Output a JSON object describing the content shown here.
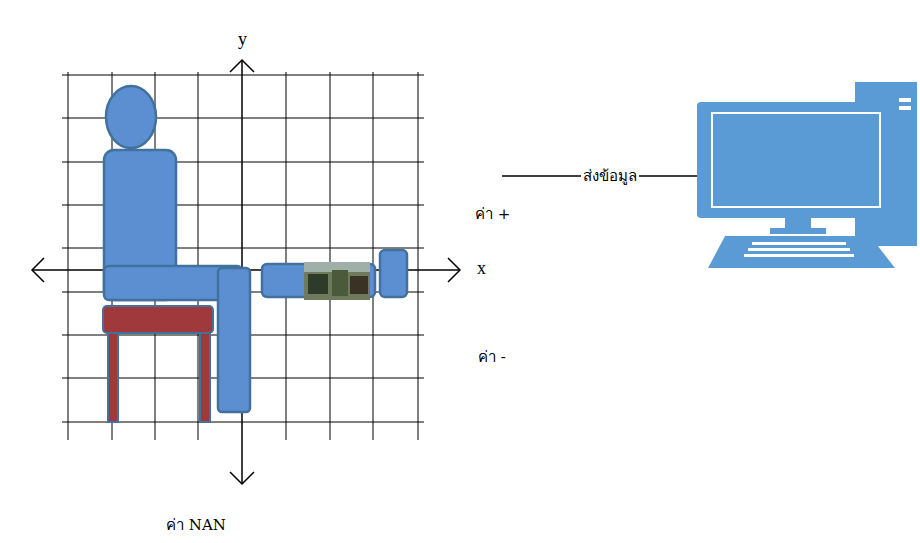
{
  "diagram": {
    "labels": [
      "y",
      "x",
      "ส่งข้อมูล",
      "ค่า +",
      "ค่า -",
      "ค่า NAN"
    ]
  }
}
